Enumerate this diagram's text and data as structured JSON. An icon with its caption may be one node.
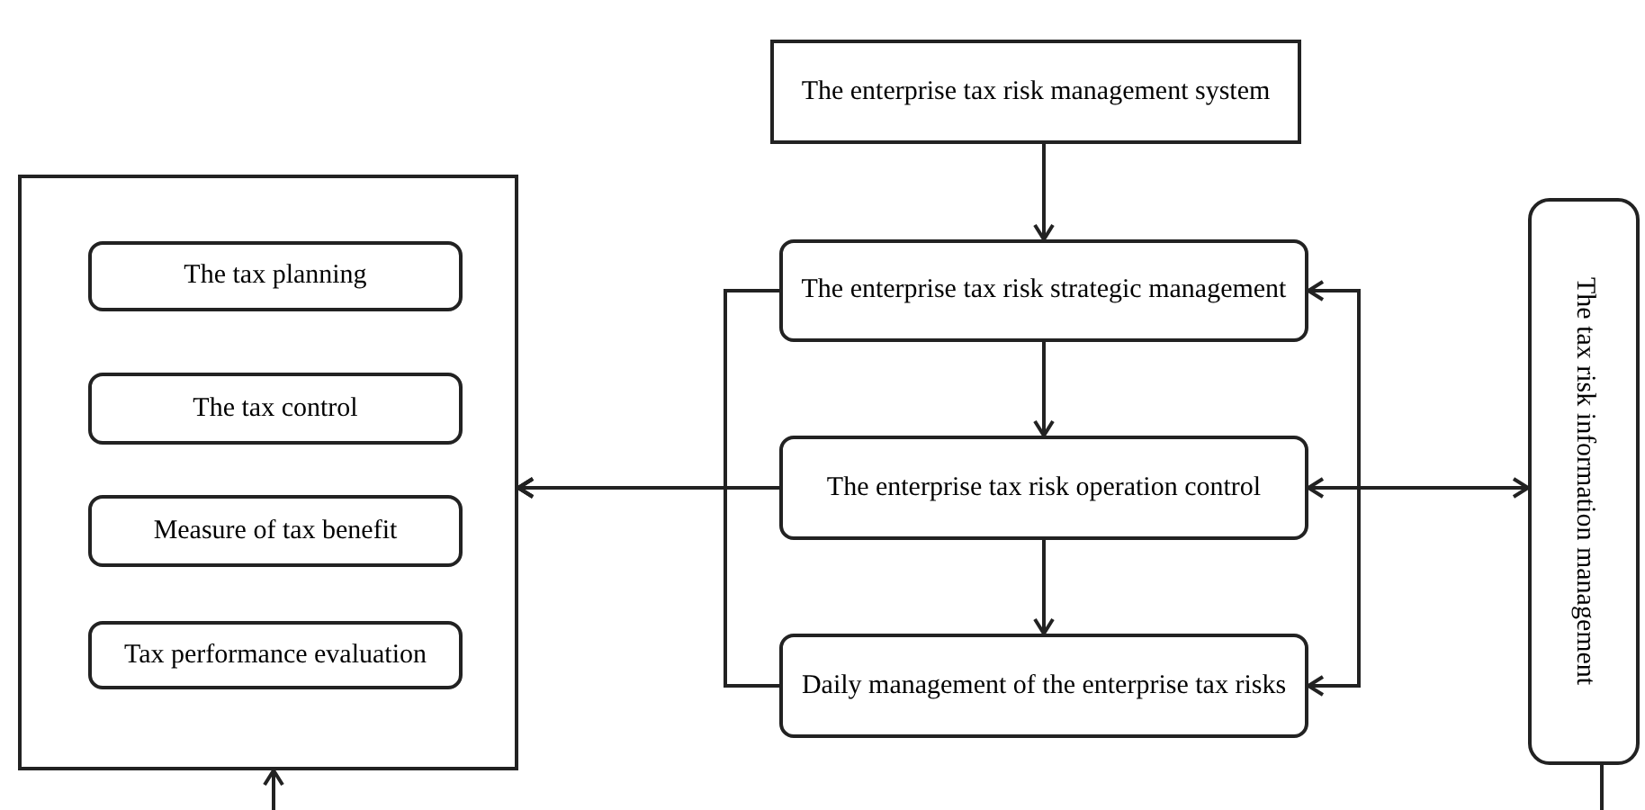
{
  "diagram": {
    "nodes": [
      {
        "text": [
          "The enterprise tax risk management system"
        ]
      },
      {
        "text": [],
        "shape": "box"
      },
      {
        "text": [
          "The tax planning"
        ],
        "in": 1
      },
      {
        "text": [
          "The tax control"
        ],
        "in": 1
      },
      {
        "text": [
          "Measure of tax benefit"
        ],
        "in": 1
      },
      {
        "text": [
          "Tax performance evaluation"
        ],
        "in": 1
      },
      {
        "text": [
          "The enterprise tax risk strategic management"
        ]
      },
      {
        "text": [
          "The enterprise tax risk operation control"
        ]
      },
      {
        "text": [
          "Daily management of the enterprise tax risks"
        ]
      },
      {
        "text": [
          "The tax risk information management"
        ]
      }
    ],
    "edges": [
      {
        "from": 0,
        "to": 6,
        "arrow": "to"
      },
      {
        "from": 6,
        "to": 7,
        "arrow": "to"
      },
      {
        "from": 7,
        "to": 8,
        "arrow": "to"
      },
      {
        "from": 7,
        "to": 1,
        "arrow": "to"
      },
      {
        "from": 6,
        "to": 1,
        "arrow": "to"
      },
      {
        "from": 8,
        "to": 1,
        "arrow": "to"
      },
      {
        "from": 9,
        "to": 7,
        "arrow": "both"
      },
      {
        "from": 9,
        "to": 6,
        "arrow": "to"
      },
      {
        "from": 9,
        "to": 8,
        "arrow": "to"
      },
      {
        "from": null,
        "to": 1,
        "arrow": "to"
      },
      {
        "from": 9,
        "to": null,
        "arrow": "none"
      }
    ]
  }
}
